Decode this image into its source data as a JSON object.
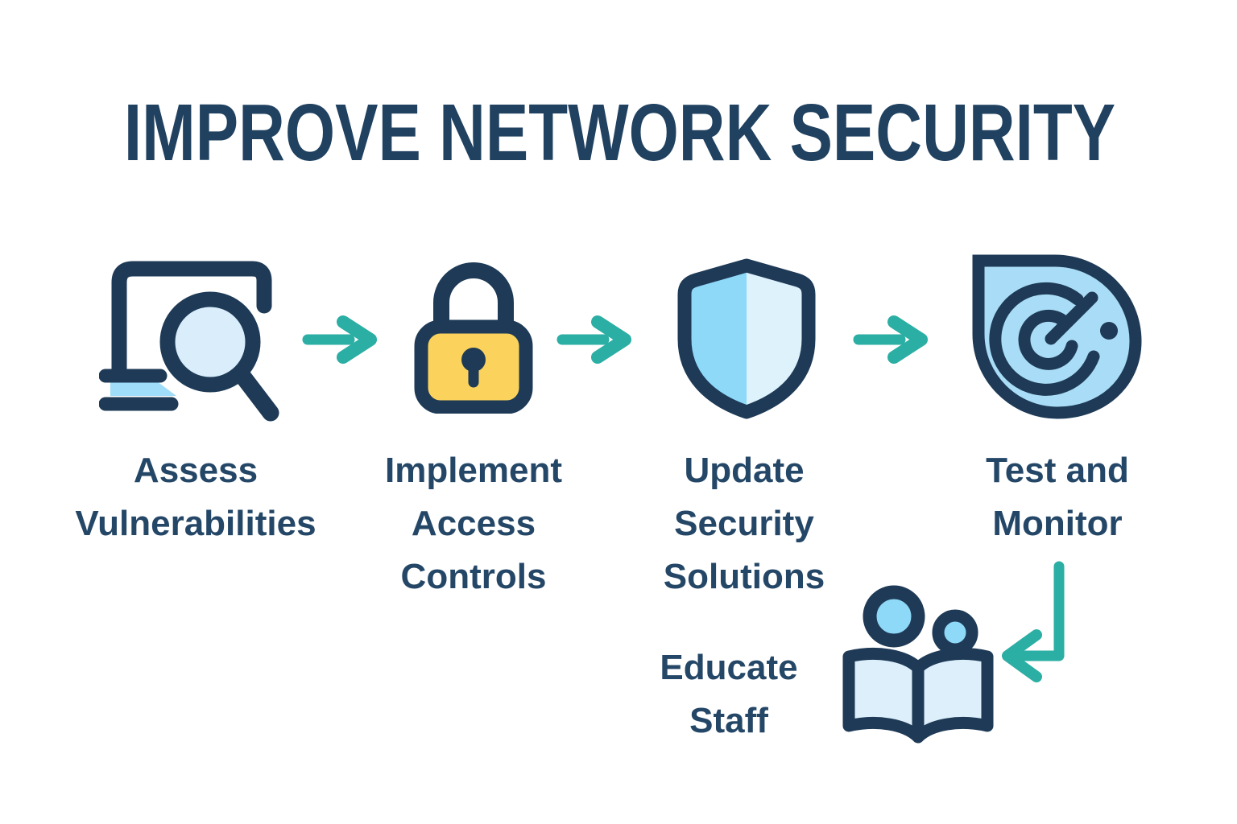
{
  "title": "IMPROVE NETWORK SECURITY",
  "colors": {
    "navy": "#1E3A56",
    "text_navy": "#254767",
    "teal": "#2BAEA3",
    "yellow": "#FBD35C",
    "sky_blue": "#8ED8F8",
    "pale_blue": "#DEF2FC",
    "lens_blue": "#D9EDFB",
    "radar_blue": "#A9DCF6",
    "background": "#FFFFFF"
  },
  "steps": [
    {
      "id": 1,
      "icon": "laptop-search-icon",
      "label": "Assess Vulnerabilities",
      "lines": [
        "Assess",
        "Vulnerabilities"
      ]
    },
    {
      "id": 2,
      "icon": "padlock-icon",
      "label": "Implement Access Controls",
      "lines": [
        "Implement",
        "Access",
        "Controls"
      ]
    },
    {
      "id": 3,
      "icon": "shield-icon",
      "label": "Update Security Solutions",
      "lines": [
        "Update",
        "Security",
        "Solutions"
      ]
    },
    {
      "id": 4,
      "icon": "radar-icon",
      "label": "Test and Monitor",
      "lines": [
        "Test and",
        "Monitor"
      ]
    },
    {
      "id": 5,
      "icon": "people-book-icon",
      "label": "Educate Staff",
      "lines": [
        "Educate",
        "Staff"
      ]
    }
  ],
  "connectors": [
    {
      "from": "Assess Vulnerabilities",
      "to": "Implement Access Controls",
      "type": "arrow-right"
    },
    {
      "from": "Implement Access Controls",
      "to": "Update Security Solutions",
      "type": "arrow-right"
    },
    {
      "from": "Update Security Solutions",
      "to": "Test and Monitor",
      "type": "arrow-right"
    },
    {
      "from": "Test and Monitor",
      "to": "Educate Staff",
      "type": "arrow-down-left"
    }
  ]
}
